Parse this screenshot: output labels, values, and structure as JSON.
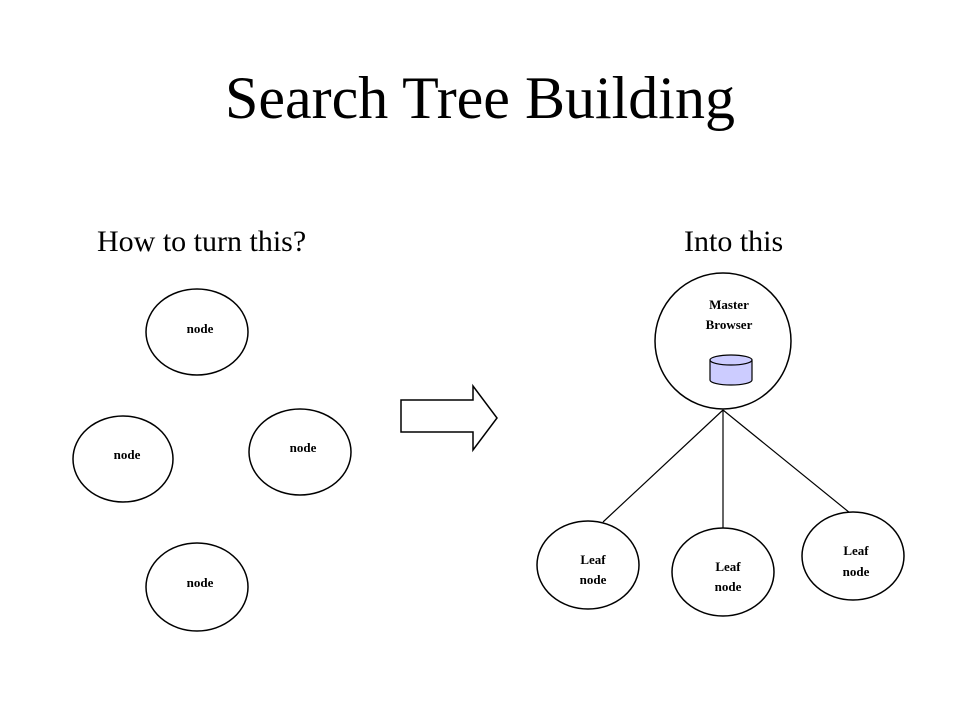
{
  "title": "Search Tree Building",
  "left_heading": "How to turn this?",
  "right_heading": "Into this",
  "scattered_nodes": [
    "node",
    "node",
    "node",
    "node"
  ],
  "tree": {
    "root_line1": "Master",
    "root_line2": "Browser",
    "root_icon": "database-cylinder-icon",
    "leaves": [
      {
        "line1": "Leaf",
        "line2": "node"
      },
      {
        "line1": "Leaf",
        "line2": "node"
      },
      {
        "line1": "Leaf",
        "line2": "node"
      }
    ]
  },
  "colors": {
    "database_fill": "#ccccff",
    "stroke": "#000000"
  },
  "arrow_icon": "right-arrow-icon"
}
